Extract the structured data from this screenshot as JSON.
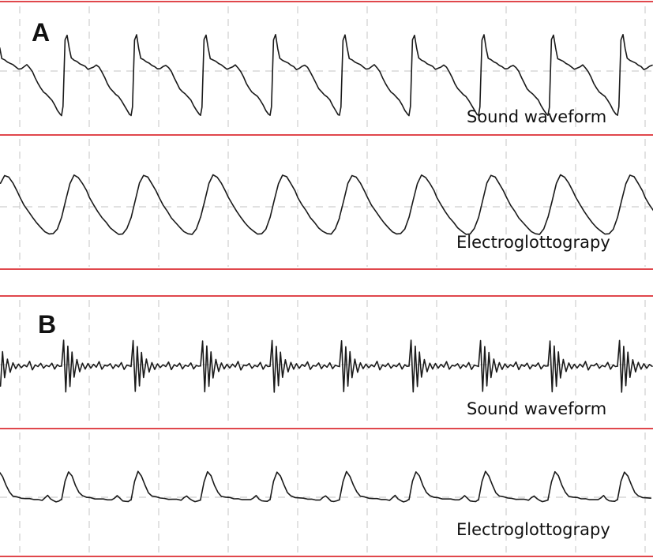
{
  "chart_data": [
    {
      "type": "line",
      "panel_label": "A",
      "series": [
        {
          "label": "Sound waveform",
          "shape": "periodic-peaked-with-shoulder",
          "cycles": 9.5,
          "x": [
            0.0,
            0.02,
            0.03,
            0.05,
            0.08,
            0.11,
            0.14,
            0.18,
            0.22,
            0.26,
            0.3,
            0.34,
            0.38,
            0.42,
            0.46,
            0.5,
            0.54,
            0.58,
            0.62,
            0.66,
            0.7,
            0.74,
            0.78,
            0.82,
            0.86,
            0.9,
            0.94,
            0.98,
            1.0
          ],
          "y": [
            0.0,
            0.1,
            0.35,
            0.9,
            0.96,
            0.8,
            0.68,
            0.66,
            0.64,
            0.62,
            0.6,
            0.58,
            0.55,
            0.56,
            0.58,
            0.6,
            0.57,
            0.52,
            0.45,
            0.38,
            0.32,
            0.28,
            0.25,
            0.22,
            0.18,
            0.12,
            0.06,
            0.01,
            0.0
          ],
          "grid": true
        },
        {
          "label": "Electroglottograpy",
          "shape": "periodic-skewed-sawtooth",
          "cycles": 9.5,
          "x": [
            0.0,
            0.06,
            0.12,
            0.18,
            0.24,
            0.3,
            0.36,
            0.4,
            0.46,
            0.52,
            0.58,
            0.64,
            0.7,
            0.76,
            0.82,
            0.88,
            0.94,
            1.0
          ],
          "y": [
            0.28,
            0.55,
            0.82,
            0.95,
            0.92,
            0.82,
            0.7,
            0.6,
            0.48,
            0.38,
            0.28,
            0.2,
            0.12,
            0.06,
            0.02,
            0.02,
            0.1,
            0.28
          ],
          "grid": true
        }
      ]
    },
    {
      "type": "line",
      "panel_label": "B",
      "series": [
        {
          "label": "Sound waveform",
          "shape": "periodic-burst-oscillation",
          "cycles": 9.5,
          "x": [
            0.0,
            0.03,
            0.06,
            0.09,
            0.12,
            0.15,
            0.18,
            0.22,
            0.26,
            0.3,
            0.34,
            0.38,
            0.42,
            0.46,
            0.5,
            0.54,
            0.58,
            0.62,
            0.66,
            0.7,
            0.74,
            0.78,
            0.82,
            0.86,
            0.9,
            0.94,
            0.97,
            1.0
          ],
          "y": [
            0.5,
            0.95,
            0.05,
            0.85,
            0.15,
            0.75,
            0.3,
            0.62,
            0.4,
            0.56,
            0.45,
            0.54,
            0.47,
            0.53,
            0.49,
            0.58,
            0.44,
            0.52,
            0.5,
            0.55,
            0.46,
            0.52,
            0.49,
            0.56,
            0.45,
            0.52,
            0.5,
            0.5
          ],
          "grid": true
        },
        {
          "label": "Electroglottograpy",
          "shape": "periodic-narrow-peak",
          "cycles": 9.5,
          "x": [
            0.0,
            0.05,
            0.1,
            0.15,
            0.2,
            0.25,
            0.3,
            0.36,
            0.42,
            0.48,
            0.54,
            0.6,
            0.66,
            0.72,
            0.76,
            0.8,
            0.84,
            0.88,
            0.92,
            0.96,
            1.0
          ],
          "y": [
            0.15,
            0.65,
            0.92,
            0.8,
            0.55,
            0.35,
            0.25,
            0.22,
            0.2,
            0.18,
            0.17,
            0.16,
            0.15,
            0.14,
            0.2,
            0.26,
            0.18,
            0.12,
            0.1,
            0.11,
            0.15
          ],
          "grid": true
        }
      ]
    }
  ]
}
